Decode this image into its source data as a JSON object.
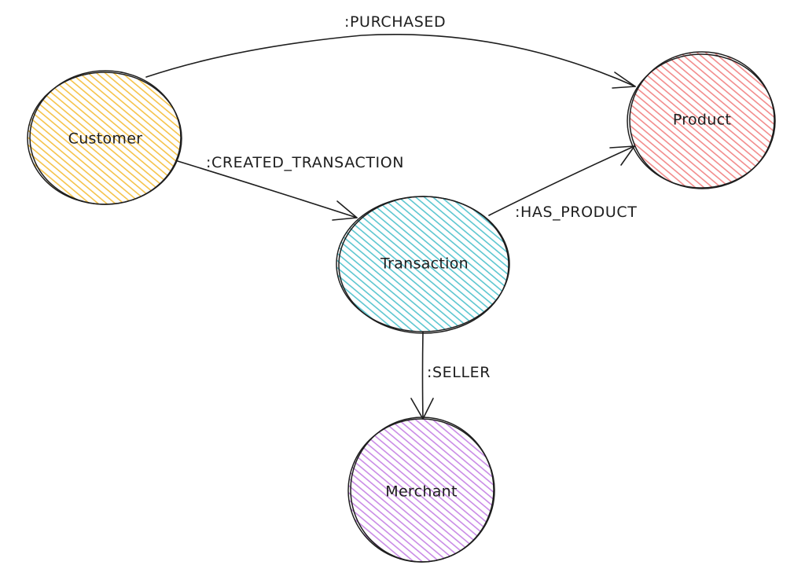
{
  "nodes": {
    "customer": {
      "label": "Customer",
      "color": "#f5c34a"
    },
    "product": {
      "label": "Product",
      "color": "#f28b8b"
    },
    "transaction": {
      "label": "Transaction",
      "color": "#5cc6d0"
    },
    "merchant": {
      "label": "Merchant",
      "color": "#c98be6"
    }
  },
  "edges": {
    "purchased": {
      "label": ":PURCHASED",
      "from": "Customer",
      "to": "Product"
    },
    "created_transaction": {
      "label": ":CREATED_TRANSACTION",
      "from": "Customer",
      "to": "Transaction"
    },
    "has_product": {
      "label": ":HAS_PRODUCT",
      "from": "Transaction",
      "to": "Product"
    },
    "seller": {
      "label": ":SELLER",
      "from": "Transaction",
      "to": "Merchant"
    }
  }
}
